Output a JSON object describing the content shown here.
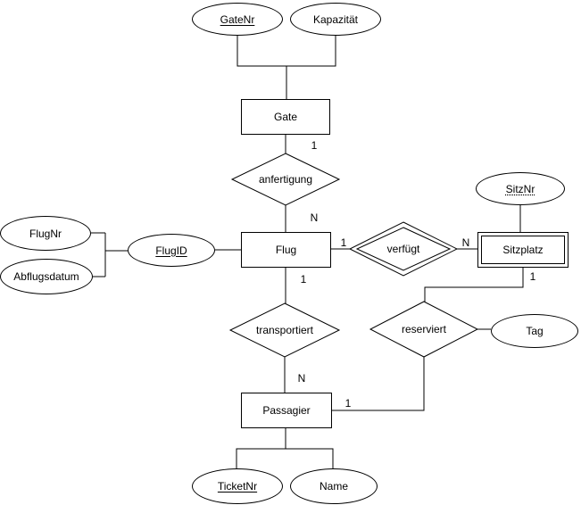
{
  "diagram": {
    "type": "er-diagram",
    "language": "de",
    "colors": {
      "background": "#ffffff",
      "stroke": "#000000",
      "text": "#000000",
      "shape_fill": "#ffffff"
    },
    "entities": [
      {
        "id": "gate",
        "label": "Gate",
        "weak": false
      },
      {
        "id": "flug",
        "label": "Flug",
        "weak": false
      },
      {
        "id": "sitzplatz",
        "label": "Sitzplatz",
        "weak": true
      },
      {
        "id": "passagier",
        "label": "Passagier",
        "weak": false
      }
    ],
    "relationships": [
      {
        "id": "anfertigung",
        "label": "anfertigung",
        "identifying": false
      },
      {
        "id": "verfuegt",
        "label": "verfügt",
        "identifying": true
      },
      {
        "id": "transportiert",
        "label": "transportiert",
        "identifying": false
      },
      {
        "id": "reserviert",
        "label": "reserviert",
        "identifying": false
      }
    ],
    "attributes": [
      {
        "id": "gatenr",
        "label": "GateNr",
        "key": "primary",
        "attached_to": "Gate"
      },
      {
        "id": "kapazitaet",
        "label": "Kapazität",
        "key": "none",
        "attached_to": "Gate"
      },
      {
        "id": "flugnr",
        "label": "FlugNr",
        "key": "none",
        "attached_to": "FlugID"
      },
      {
        "id": "abflugsdatum",
        "label": "Abflugsdatum",
        "key": "none",
        "attached_to": "FlugID"
      },
      {
        "id": "flugid",
        "label": "FlugID",
        "key": "primary",
        "attached_to": "Flug"
      },
      {
        "id": "sitznr",
        "label": "SitzNr",
        "key": "partial",
        "attached_to": "Sitzplatz"
      },
      {
        "id": "tag",
        "label": "Tag",
        "key": "none",
        "attached_to": "reserviert"
      },
      {
        "id": "ticketnr",
        "label": "TicketNr",
        "key": "primary",
        "attached_to": "Passagier"
      },
      {
        "id": "name",
        "label": "Name",
        "key": "none",
        "attached_to": "Passagier"
      }
    ],
    "cardinalities": [
      {
        "edge": "Gate - anfertigung",
        "value": "1"
      },
      {
        "edge": "anfertigung - Flug",
        "value": "N"
      },
      {
        "edge": "Flug - verfügt",
        "value": "1"
      },
      {
        "edge": "verfügt - Sitzplatz",
        "value": "N"
      },
      {
        "edge": "Sitzplatz - reserviert",
        "value": "1"
      },
      {
        "edge": "Flug - transportiert",
        "value": "1"
      },
      {
        "edge": "transportiert - Passagier",
        "value": "N"
      },
      {
        "edge": "Passagier - reserviert",
        "value": "1"
      }
    ]
  }
}
